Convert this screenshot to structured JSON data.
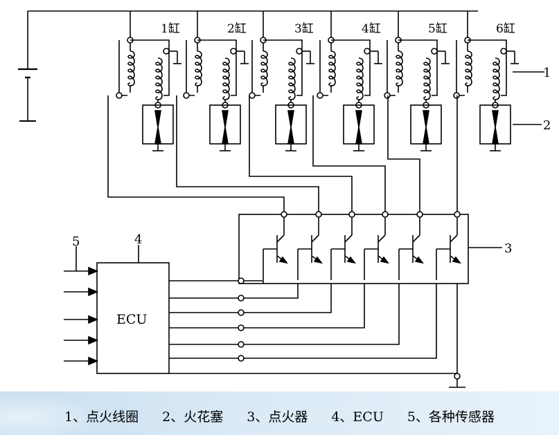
{
  "diagram": {
    "cylinders": [
      "1缸",
      "2缸",
      "3缸",
      "4缸",
      "5缸",
      "6缸"
    ],
    "ecu_label": "ECU",
    "callouts": [
      "1",
      "2",
      "3",
      "4",
      "5"
    ]
  },
  "caption": {
    "items": [
      "1、点火线圈",
      "2、火花塞",
      "3、点火器",
      "4、ECU",
      "5、各种传感器"
    ]
  }
}
